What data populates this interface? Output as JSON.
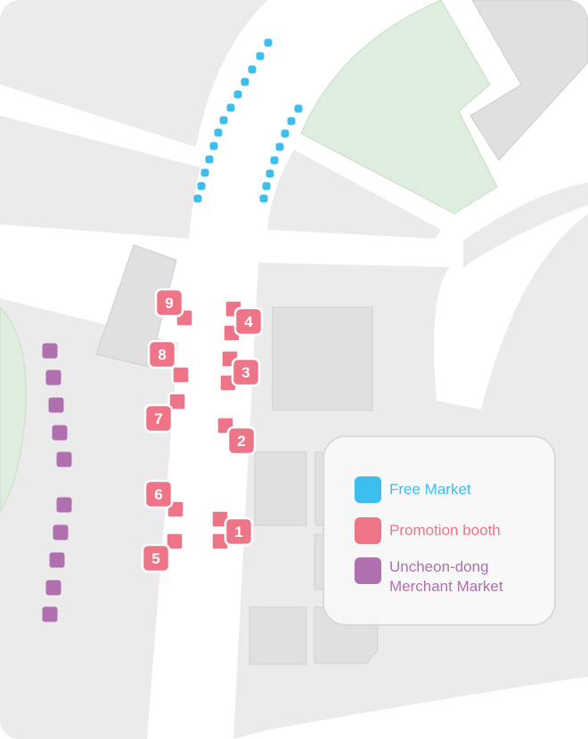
{
  "colors": {
    "free_market": "#3cbfef",
    "promotion_booth": "#ee7587",
    "merchant_market": "#b06fae",
    "park": "#dfeddf",
    "block": "#ebebeb",
    "building": "#e0e0e0"
  },
  "legend": [
    {
      "label": "Free Market",
      "color": "#3cbfef"
    },
    {
      "label": "Promotion booth",
      "color": "#ee7587"
    },
    {
      "label": "Uncheon-dong Merchant Market",
      "color": "#b06fae"
    }
  ],
  "booths": [
    "1",
    "2",
    "3",
    "4",
    "5",
    "6",
    "7",
    "8",
    "9"
  ]
}
